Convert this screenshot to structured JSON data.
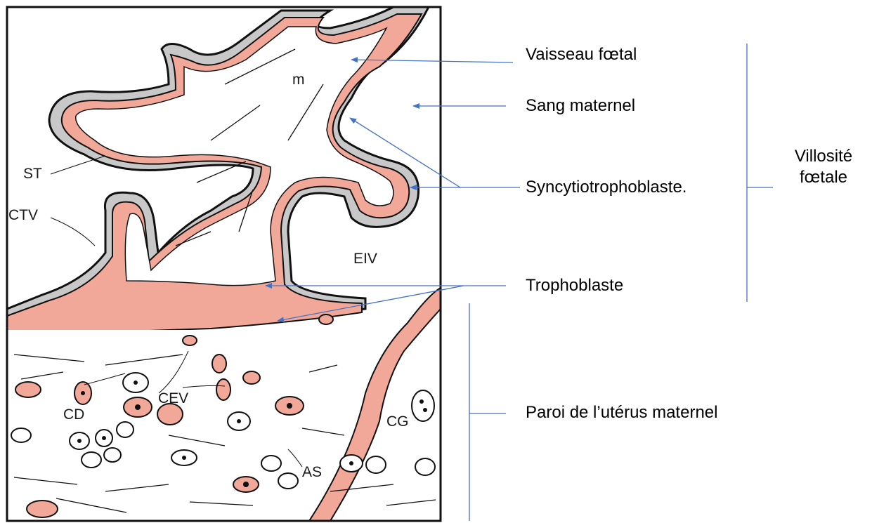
{
  "panel_labels": {
    "m": "m",
    "st": "ST",
    "ctv": "CTV",
    "eiv": "EIV",
    "cev": "CEV",
    "cd": "CD",
    "cg": "CG",
    "as": "AS"
  },
  "labels": {
    "vaisseau_foetal": "Vaisseau fœtal",
    "sang_maternel": "Sang maternel",
    "syncytiotrophoblaste": "Syncytiotrophoblaste.",
    "trophoblaste": "Trophoblaste",
    "paroi_uterus": "Paroi de l’utérus maternel"
  },
  "groups": {
    "villosite_line1": "Villosité",
    "villosite_line2": "fœtale"
  },
  "colors": {
    "arrow": "#4472c4",
    "cell_fill": "#f2a898",
    "syncytium": "#c8c8c8",
    "outline": "#111111"
  }
}
